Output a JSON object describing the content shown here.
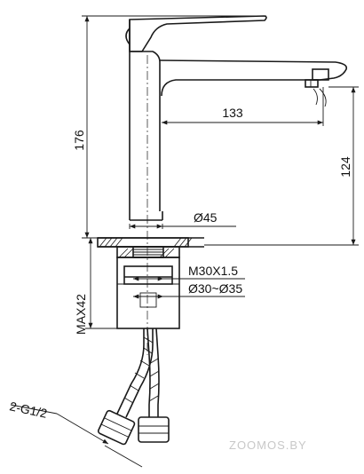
{
  "dimensions": {
    "height_total": "176",
    "spout_reach": "133",
    "spout_height": "124",
    "body_diameter": "Ø45",
    "thread": "M30X1.5",
    "mount_hole": "Ø30~Ø35",
    "max_thickness": "MAX42",
    "hose_thread": "2-G1/2"
  },
  "watermark": "ZOOMOS.BY"
}
